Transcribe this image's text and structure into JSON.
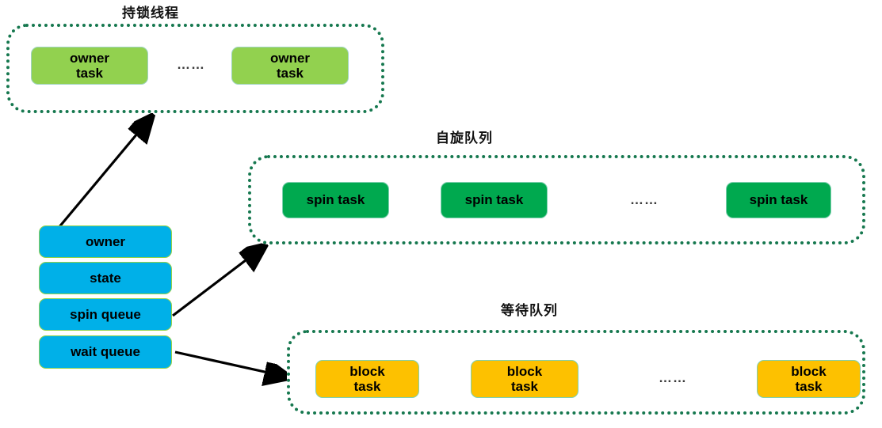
{
  "diagram": {
    "colors": {
      "owner_task_fill": "#92d14f",
      "spin_task_fill": "#00a94f",
      "block_task_fill": "#fdc100",
      "struct_field_fill": "#00b0e8",
      "group_border": "#16784f",
      "arrow": "#000000",
      "background": "#ffffff"
    },
    "groups": [
      {
        "id": "owner-threads",
        "title": "持锁线程",
        "nodes": [
          {
            "label": "owner\ntask"
          },
          {
            "label": "owner\ntask"
          }
        ],
        "ellipsis": "……",
        "linked": false
      },
      {
        "id": "spin-queue",
        "title": "自旋队列",
        "nodes": [
          {
            "label": "spin task"
          },
          {
            "label": "spin task"
          },
          {
            "label": "spin task"
          }
        ],
        "ellipsis": "……",
        "linked": true
      },
      {
        "id": "wait-queue",
        "title": "等待队列",
        "nodes": [
          {
            "label": "block\ntask"
          },
          {
            "label": "block\ntask"
          },
          {
            "label": "block\ntask"
          }
        ],
        "ellipsis": "……",
        "linked": true
      }
    ],
    "lock_struct": {
      "name": "lock-object",
      "fields": [
        {
          "key": "owner",
          "label": "owner"
        },
        {
          "key": "state",
          "label": "state"
        },
        {
          "key": "spin_queue",
          "label": "spin queue"
        },
        {
          "key": "wait_queue",
          "label": "wait queue"
        }
      ]
    },
    "connections": [
      {
        "from": "owner",
        "to": "owner-threads"
      },
      {
        "from": "spin_queue",
        "to": "spin-queue"
      },
      {
        "from": "wait_queue",
        "to": "wait-queue"
      }
    ]
  }
}
